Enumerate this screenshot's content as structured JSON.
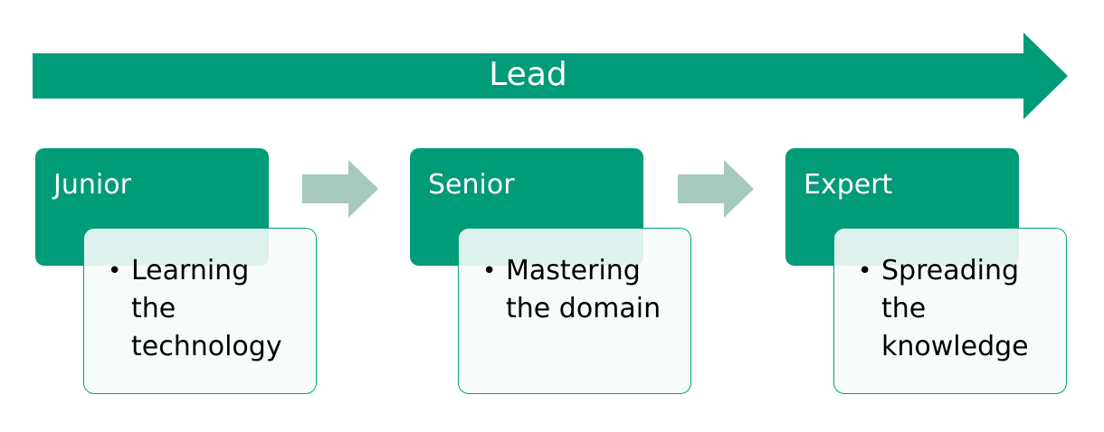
{
  "lead": {
    "label": "Lead"
  },
  "stages": [
    {
      "title": "Junior",
      "bullet": "Learning the technology"
    },
    {
      "title": "Senior",
      "bullet": "Mastering the domain"
    },
    {
      "title": "Expert",
      "bullet": "Spreading the knowledge"
    }
  ],
  "colors": {
    "primary": "#009b78",
    "connector": "#a7c9bd",
    "body_border": "#00a27e",
    "body_fill": "#f6fcfa"
  }
}
